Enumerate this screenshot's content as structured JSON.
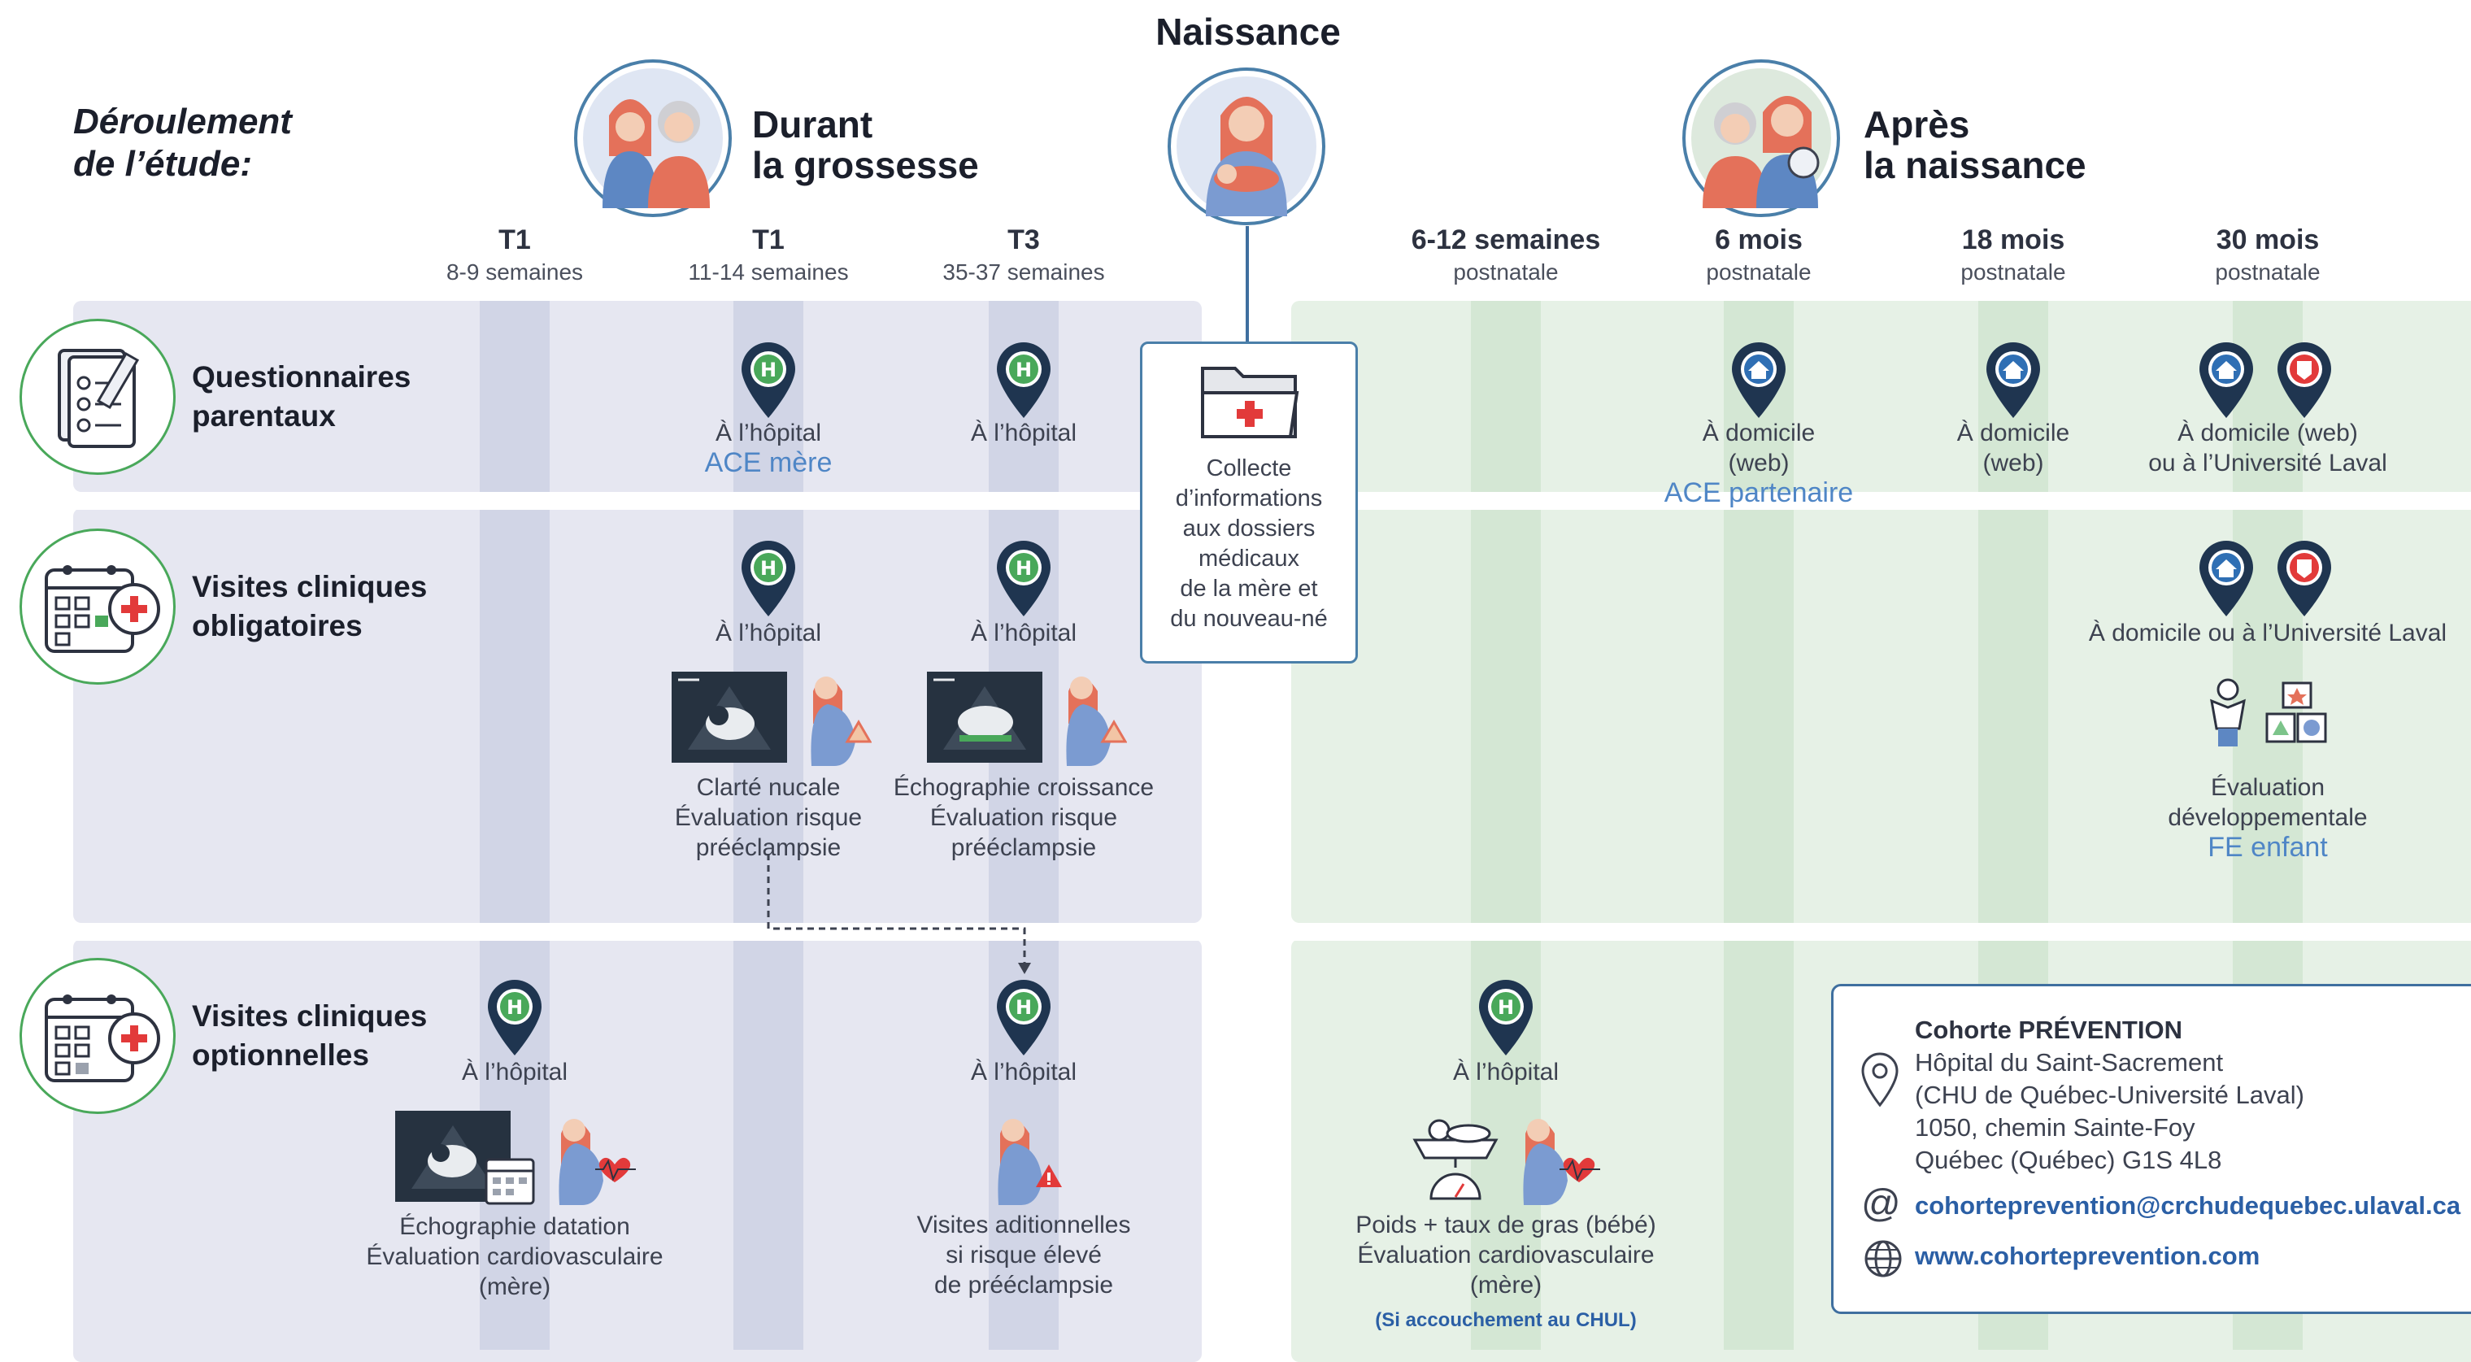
{
  "header": {
    "study_title_line1": "Déroulement",
    "study_title_line2": "de l’étude:",
    "durant_line1": "Durant",
    "durant_line2": "la grossesse",
    "naissance": "Naissance",
    "apres_line1": "Après",
    "apres_line2": "la naissance"
  },
  "columns": [
    {
      "title": "T1",
      "sub": "8-9 semaines"
    },
    {
      "title": "T1",
      "sub": "11-14 semaines"
    },
    {
      "title": "T3",
      "sub": "35-37 semaines"
    },
    {
      "title": "6-12 semaines",
      "sub": "postnatale"
    },
    {
      "title": "6 mois",
      "sub": "postnatale"
    },
    {
      "title": "18 mois",
      "sub": "postnatale"
    },
    {
      "title": "30 mois",
      "sub": "postnatale"
    }
  ],
  "rows": {
    "questionnaires_1": "Questionnaires",
    "questionnaires_2": "parentaux",
    "oblig_1": "Visites cliniques",
    "oblig_2": "obligatoires",
    "option_1": "Visites cliniques",
    "option_2": "optionnelles"
  },
  "cells": {
    "q_t1b_place": "À l’hôpital",
    "q_t1b_tag": "ACE mère",
    "q_t3_place": "À l’hôpital",
    "q_6m_place_1": "À domicile",
    "q_6m_place_2": "(web)",
    "q_6m_tag": "ACE partenaire",
    "q_18m_place_1": "À domicile",
    "q_18m_place_2": "(web)",
    "q_30m_place_1": "À domicile (web)",
    "q_30m_place_2": "ou à l’Université Laval",
    "o_t1b_place": "À l’hôpital",
    "o_t1b_d1": "Clarté nucale",
    "o_t1b_d2": "Évaluation risque",
    "o_t1b_d3": "prééclampsie",
    "o_t3_place": "À l’hôpital",
    "o_t3_d1": "Échographie croissance",
    "o_t3_d2": "Évaluation risque",
    "o_t3_d3": "prééclampsie",
    "o_30m_place": "À domicile ou à l’Université Laval",
    "o_30m_d1": "Évaluation",
    "o_30m_d2": "développementale",
    "o_30m_tag": "FE enfant",
    "p_t1a_place": "À l’hôpital",
    "p_t1a_d1": "Échographie datation",
    "p_t1a_d2": "Évaluation cardiovasculaire",
    "p_t1a_d3": "(mère)",
    "p_t3_place": "À l’hôpital",
    "p_t3_d1": "Visites aditionnelles",
    "p_t3_d2": "si risque élevé",
    "p_t3_d3": "de prééclampsie",
    "p_612_place": "À l’hôpital",
    "p_612_d1": "Poids + taux de gras (bébé)",
    "p_612_d2": "Évaluation cardiovasculaire",
    "p_612_d3": "(mère)",
    "p_612_note": "(Si accouchement au CHUL)"
  },
  "collecte": [
    "Collecte",
    "d’informations",
    "aux dossiers",
    "médicaux",
    "de la mère et",
    "du nouveau-né"
  ],
  "contact": {
    "title": "Cohorte PRÉVENTION",
    "addr1": "Hôpital du Saint-Sacrement",
    "addr2": "(CHU de Québec-Université Laval)",
    "addr3": "1050, chemin Sainte-Foy",
    "addr4": "Québec (Québec) G1S 4L8",
    "email": "cohorteprevention@crchudequebec.ulaval.ca",
    "web": "www.cohorteprevention.com"
  },
  "colors": {
    "lavender_band": "#e6e7f1",
    "green_band": "#e6f1e6",
    "pin_navy": "#1f3550",
    "accent_blue": "#4f86c6",
    "accent_green": "#49a85a",
    "accent_red": "#e23a3a"
  }
}
